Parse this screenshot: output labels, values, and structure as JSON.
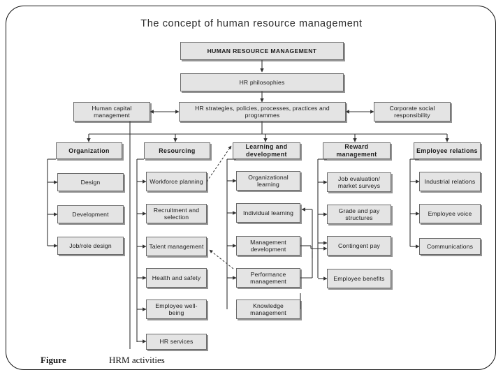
{
  "slide": {
    "title": "The concept of human resource management",
    "caption_label": "Figure",
    "caption_text": "HRM activities",
    "frame_color": "#111111",
    "box_fill": "#e4e4e4",
    "box_border": "#6b6b6b",
    "line_color": "#333333"
  },
  "diagram": {
    "type": "hierarchy-flowchart",
    "root": "HUMAN RESOURCE MANAGEMENT",
    "level1": "HR philosophies",
    "level2": {
      "left": "Human capital management",
      "center": "HR strategies, policies, processes, practices and programmes",
      "right": "Corporate social responsibility"
    },
    "columns": [
      {
        "header": "Organization",
        "items": [
          "Design",
          "Development",
          "Job/role design"
        ]
      },
      {
        "header": "Resourcing",
        "items": [
          "Workforce planning",
          "Recruitment and selection",
          "Talent management",
          "Health and safety",
          "Employee well-being",
          "HR services"
        ]
      },
      {
        "header": "Learning and development",
        "items": [
          "Organizational learning",
          "Individual learning",
          "Management development",
          "Performance management",
          "Knowledge management"
        ]
      },
      {
        "header": "Reward management",
        "items": [
          "Job evaluation/ market surveys",
          "Grade and pay structures",
          "Contingent pay",
          "Employee benefits"
        ]
      },
      {
        "header": "Employee relations",
        "items": [
          "Industrial relations",
          "Employee voice",
          "Communications"
        ]
      }
    ]
  }
}
